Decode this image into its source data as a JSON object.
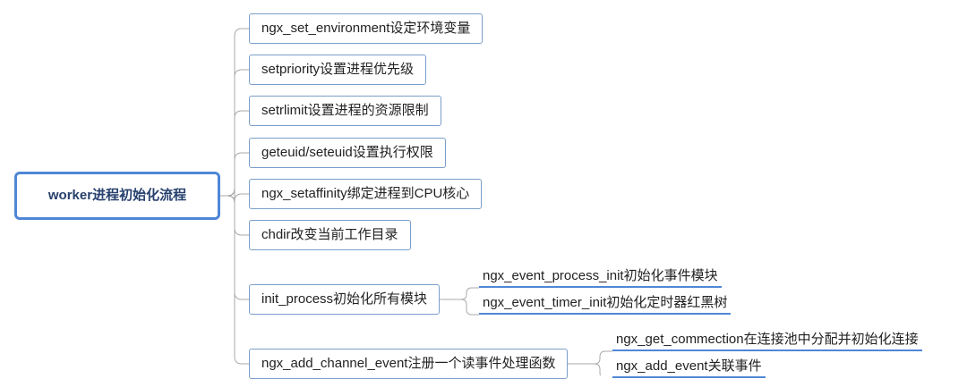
{
  "root": {
    "label": "worker进程初始化流程"
  },
  "steps": [
    {
      "label": "ngx_set_environment设定环境变量"
    },
    {
      "label": "setpriority设置进程优先级"
    },
    {
      "label": "setrlimit设置进程的资源限制"
    },
    {
      "label": "geteuid/seteuid设置执行权限"
    },
    {
      "label": "ngx_setaffinity绑定进程到CPU核心"
    },
    {
      "label": "chdir改变当前工作目录"
    },
    {
      "label": "init_process初始化所有模块",
      "children": [
        {
          "label": "ngx_event_process_init初始化事件模块"
        },
        {
          "label": "ngx_event_timer_init初始化定时器红黑树"
        }
      ]
    },
    {
      "label": "ngx_add_channel_event注册一个读事件处理函数",
      "children": [
        {
          "label": "ngx_get_commection在连接池中分配并初始化连接"
        },
        {
          "label": "ngx_add_event关联事件"
        }
      ]
    }
  ],
  "colors": {
    "root_border": "#4f87d6",
    "node_border": "#7a9ec9",
    "connector": "#a9a9a9",
    "leaf_underline": "#4f87d6"
  }
}
